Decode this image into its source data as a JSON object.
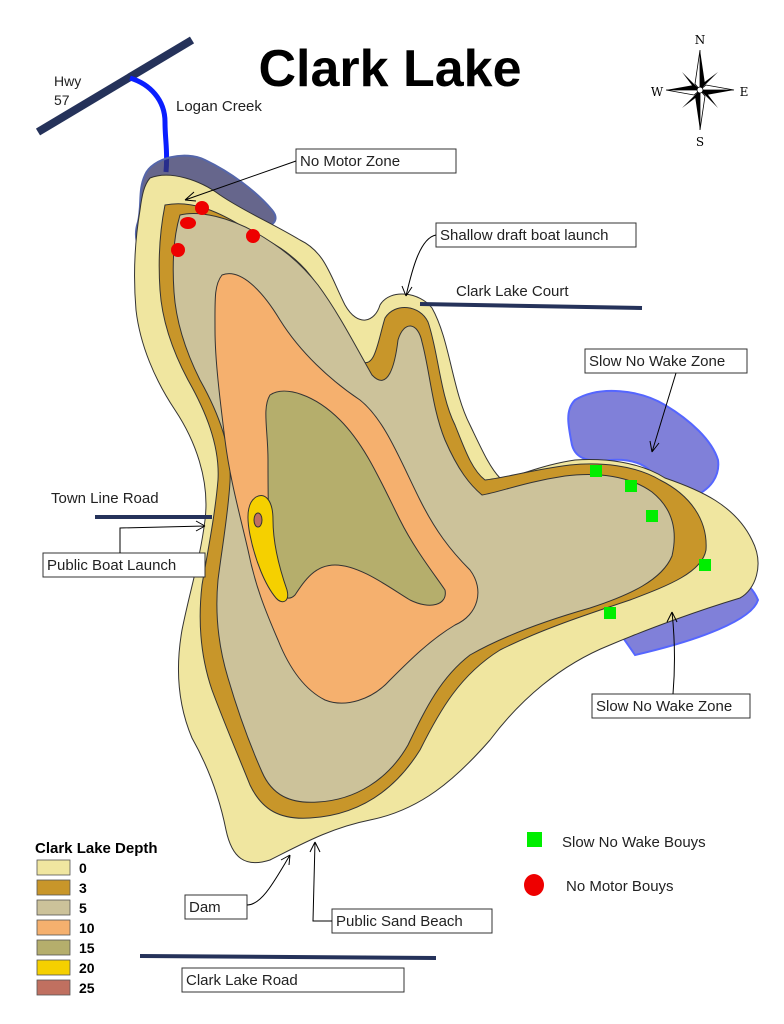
{
  "title": "Clark Lake",
  "compass": {
    "n": "N",
    "s": "S",
    "e": "E",
    "w": "W"
  },
  "roads": {
    "hwy_line1": "Hwy",
    "hwy_line2": "57",
    "town_line": "Town Line Road",
    "clark_lake_court": "Clark Lake Court",
    "clark_lake_road": "Clark Lake Road"
  },
  "labels": {
    "logan_creek": "Logan Creek",
    "no_motor_zone": "No Motor Zone",
    "shallow_launch": "Shallow draft boat launch",
    "slow_no_wake_ne": "Slow No Wake Zone",
    "slow_no_wake_se": "Slow No Wake Zone",
    "public_boat_launch": "Public Boat Launch",
    "dam": "Dam",
    "public_sand_beach": "Public Sand Beach"
  },
  "legend": {
    "title": "Clark Lake Depth",
    "items": [
      {
        "value": "0",
        "color": "#f0e6a0"
      },
      {
        "value": "3",
        "color": "#c8962a"
      },
      {
        "value": "5",
        "color": "#ccc29a"
      },
      {
        "value": "10",
        "color": "#f5b06e"
      },
      {
        "value": "15",
        "color": "#b5ae6c"
      },
      {
        "value": "20",
        "color": "#f5d000"
      },
      {
        "value": "25",
        "color": "#c07060"
      }
    ]
  },
  "symbols": {
    "slow_bouys": {
      "label": "Slow No Wake Bouys",
      "color": "#00ee00"
    },
    "motor_bouys": {
      "label": "No Motor Bouys",
      "color": "#ee0000"
    }
  },
  "zone_colors": {
    "slow_no_wake": "#5555cc",
    "no_motor": "#333366"
  }
}
